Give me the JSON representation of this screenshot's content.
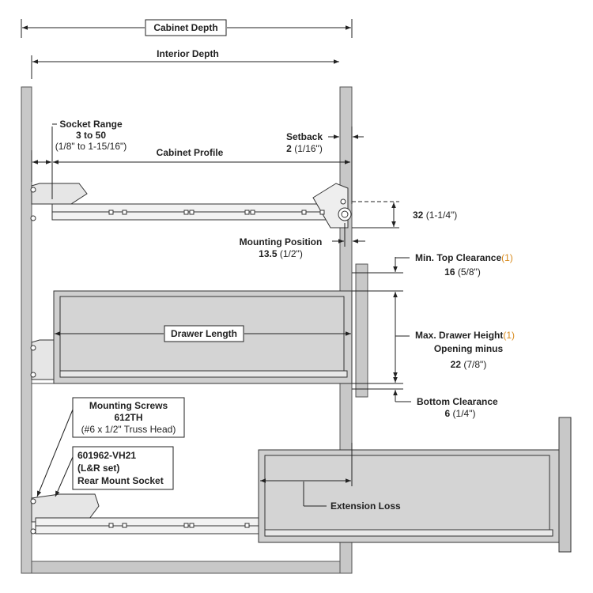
{
  "labels": {
    "cabinet_depth": "Cabinet Depth",
    "interior_depth": "Interior Depth",
    "socket_range_title": "Socket Range",
    "socket_range_value": "3 to 50",
    "socket_range_imperial": "(1/8\" to 1-15/16\")",
    "setback_title": "Setback",
    "setback_value": "2",
    "setback_imperial": "(1/16\")",
    "cabinet_profile": "Cabinet Profile",
    "dim_32_value": "32",
    "dim_32_imperial": "(1-1/4\")",
    "mounting_position_title": "Mounting Position",
    "mounting_position_value": "13.5",
    "mounting_position_imperial": "(1/2\")",
    "min_top_clearance_title": "Min. Top Clearance",
    "min_top_clearance_note": "(1)",
    "min_top_clearance_value": "16",
    "min_top_clearance_imperial": "(5/8\")",
    "drawer_length": "Drawer Length",
    "max_drawer_height_title": "Max. Drawer Height",
    "max_drawer_height_note": "(1)",
    "opening_minus": "Opening minus",
    "max_drawer_height_value": "22",
    "max_drawer_height_imperial": "(7/8\")",
    "bottom_clearance_title": "Bottom Clearance",
    "bottom_clearance_value": "6",
    "bottom_clearance_imperial": "(1/4\")",
    "mounting_screws_title": "Mounting Screws",
    "mounting_screws_part": "612TH",
    "mounting_screws_desc": "(#6 x 1/2\" Truss Head)",
    "socket_part": "601962-VH21",
    "socket_set": "(L&R set)",
    "socket_desc": "Rear Mount Socket",
    "extension_loss": "Extension Loss"
  },
  "colors": {
    "panel_gray": "#c8c8c8",
    "drawer_gray": "#cfcfcf",
    "line": "#222222",
    "note_orange": "#d88a1c"
  }
}
